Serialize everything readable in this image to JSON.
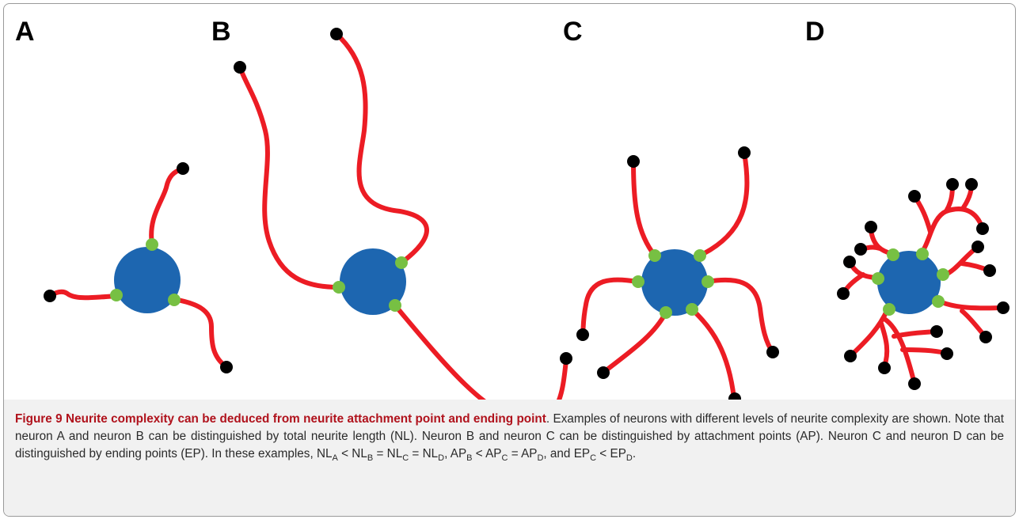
{
  "panels": {
    "a": "A",
    "b": "B",
    "c": "C",
    "d": "D"
  },
  "colors": {
    "soma": "#1d66b0",
    "neurite": "#ec1c24",
    "attachment_point": "#77c043",
    "ending_point": "#000000",
    "caption_title": "#b0121c",
    "caption_background": "#f1f1f1"
  },
  "caption": {
    "title": "Figure 9 Neurite complexity can be deduced from neurite attachment point and ending point",
    "period": ". ",
    "body": "Examples of neurons with different levels of neurite complexity are shown. Note that neuron A and neuron B can be distinguished by total neurite length (NL). Neuron B and neuron C can be distinguished by attachment points (AP). Neuron C and neuron D can be distinguished by ending points (EP). In these examples, ",
    "nl": "NL",
    "ap": "AP",
    "ep": "EP",
    "sub_a": "A",
    "sub_b": "B",
    "sub_c": "C",
    "sub_d": "D",
    "lt": " < ",
    "eq": " = ",
    "comma": ", ",
    "and": ", and ",
    "end": "."
  }
}
